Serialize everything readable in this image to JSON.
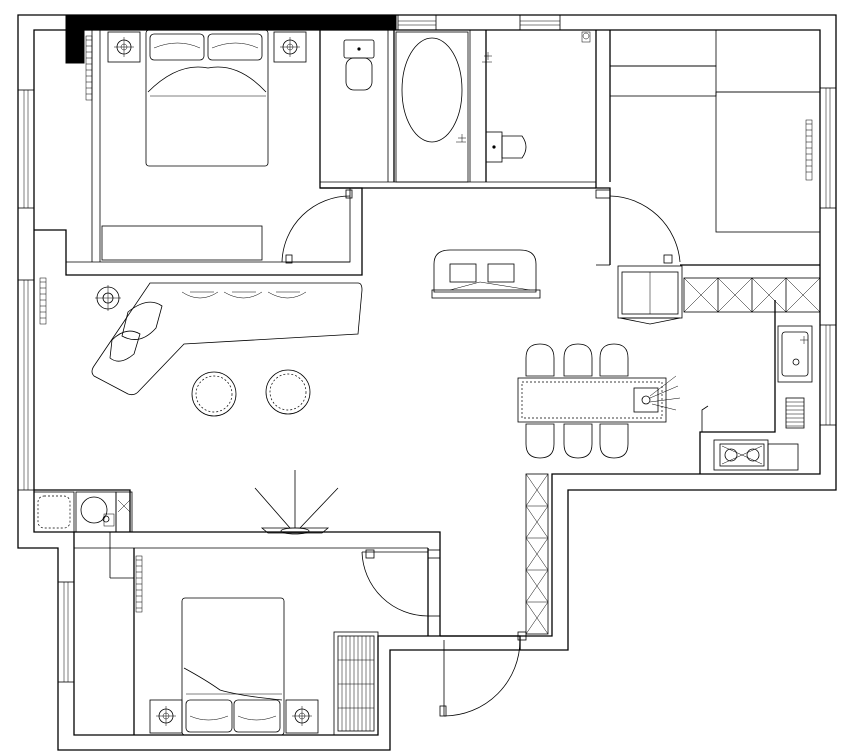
{
  "drawing": {
    "kind": "apartment floor plan",
    "line_color": "#000000",
    "background": "#ffffff",
    "solid_fill_color": "#000000"
  },
  "rooms": [
    {
      "id": "master-bedroom",
      "furniture": [
        "double-bed",
        "nightstand-left",
        "nightstand-right",
        "wardrobe",
        "radiator"
      ]
    },
    {
      "id": "bathroom",
      "furniture": [
        "toilet",
        "oval-bathtub"
      ]
    },
    {
      "id": "wc",
      "furniture": [
        "toilet"
      ]
    },
    {
      "id": "bedroom-2",
      "furniture": [
        "built-in-wardrobe",
        "radiator"
      ]
    },
    {
      "id": "living-room",
      "furniture": [
        "l-desk",
        "task-chair",
        "round-stools",
        "floor-lamp",
        "radiator"
      ]
    },
    {
      "id": "dining-kitchen",
      "furniture": [
        "island",
        "dining-chairs",
        "cooktop",
        "kitchen-sink",
        "cabinets"
      ]
    },
    {
      "id": "bedroom-3",
      "furniture": [
        "double-bed",
        "nightstand-left",
        "nightstand-right",
        "shoe-cabinet",
        "radiator"
      ]
    },
    {
      "id": "utility",
      "furniture": [
        "washing-machine",
        "dryer"
      ]
    }
  ],
  "annotations": []
}
